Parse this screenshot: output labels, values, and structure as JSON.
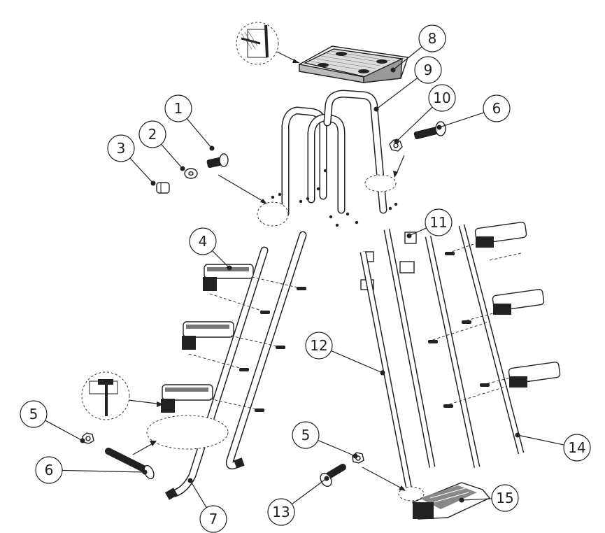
{
  "diagram": {
    "callouts": [
      {
        "id": "c1",
        "label": "1"
      },
      {
        "id": "c2",
        "label": "2"
      },
      {
        "id": "c3",
        "label": "3"
      },
      {
        "id": "c4",
        "label": "4"
      },
      {
        "id": "c5a",
        "label": "5"
      },
      {
        "id": "c5b",
        "label": "5"
      },
      {
        "id": "c6a",
        "label": "6"
      },
      {
        "id": "c6b",
        "label": "6"
      },
      {
        "id": "c7",
        "label": "7"
      },
      {
        "id": "c8",
        "label": "8"
      },
      {
        "id": "c9",
        "label": "9"
      },
      {
        "id": "c10",
        "label": "10"
      },
      {
        "id": "c11",
        "label": "11"
      },
      {
        "id": "c12",
        "label": "12"
      },
      {
        "id": "c13",
        "label": "13"
      },
      {
        "id": "c14",
        "label": "14"
      },
      {
        "id": "c15",
        "label": "15"
      }
    ]
  }
}
